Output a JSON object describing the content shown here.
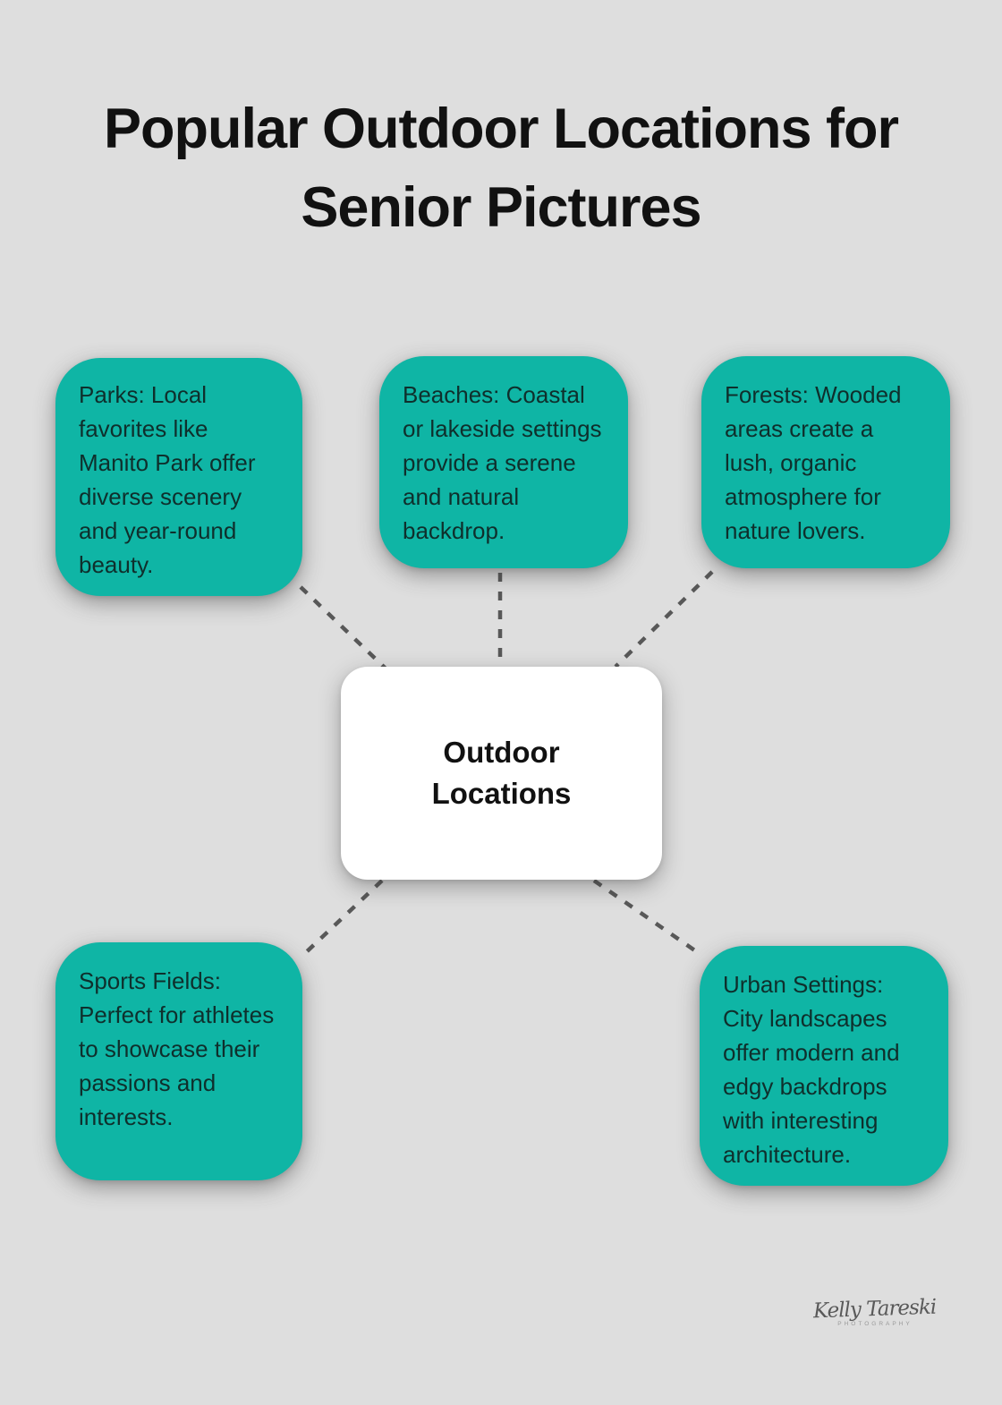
{
  "title": "Popular Outdoor Locations for Senior Pictures",
  "center": {
    "label": "Outdoor Locations"
  },
  "nodes": [
    {
      "id": "parks",
      "text": "Parks: Local favorites like Manito Park offer diverse scenery and year-round beauty."
    },
    {
      "id": "beaches",
      "text": "Beaches: Coastal or lakeside settings provide a serene and natural backdrop."
    },
    {
      "id": "forests",
      "text": "Forests: Wooded areas create a lush, organic atmosphere for nature lovers."
    },
    {
      "id": "sports-fields",
      "text": "Sports Fields: Perfect for athletes to showcase their passions and interests."
    },
    {
      "id": "urban-settings",
      "text": "Urban Settings: City landscapes offer modern and edgy backdrops with interesting architecture."
    }
  ],
  "watermark": {
    "signature": "Kelly Tareski",
    "subtext": "PHOTOGRAPHY"
  },
  "colors": {
    "background": "#dedede",
    "node_fill": "#0fb5a5",
    "node_text": "#0f2f2c",
    "center_fill": "#ffffff",
    "center_text": "#111111",
    "connector": "#585858",
    "title_text": "#111111"
  }
}
